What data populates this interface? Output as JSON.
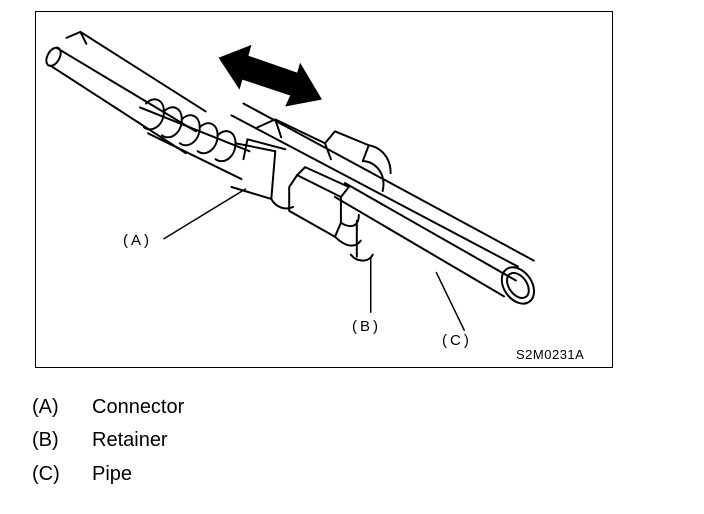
{
  "figure": {
    "callouts": {
      "a": "(A)",
      "b": "(B)",
      "c": "(C)"
    },
    "figure_id": "S2M0231A"
  },
  "legend": [
    {
      "key": "(A)",
      "label": "Connector"
    },
    {
      "key": "(B)",
      "label": "Retainer"
    },
    {
      "key": "(C)",
      "label": "Pipe"
    }
  ]
}
